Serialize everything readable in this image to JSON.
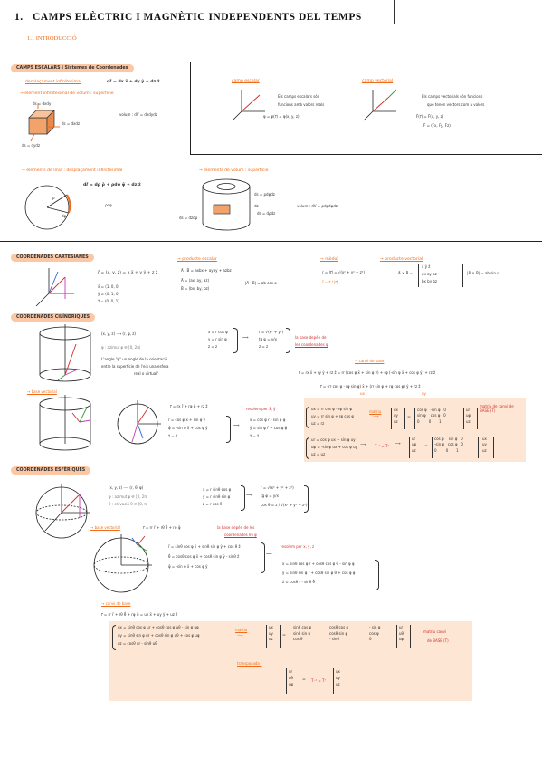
{
  "header": {
    "number": "1.",
    "title": "CAMPS ELÈCTRIC I MAGNÈTIC INDEPENDENTS DEL TEMPS",
    "section": "1.1 INTRODUCCIÓ"
  },
  "intro": {
    "heading": "CAMPS ESCALARS i Sistemes de Coordenades",
    "displacement_label": "desplaçament infinitesimal",
    "displacement_formula": "dℓ⃗ = dx x̂ + dy ŷ + dz ẑ",
    "surface_label": "→ element infinitesimal de volum : superfície",
    "dxdy": "ds = dxdy",
    "dxdz": "ds = dxdz",
    "dydz": "ds = dydz",
    "volume": "volum : dV = dxdydz",
    "scalar_title": "camp escalar",
    "scalar_desc_1": "Els camps escalars són",
    "scalar_desc_2": "funcions amb valors reals",
    "scalar_formula": "φ = φ(r⃗) = φ(x, y, z)",
    "vector_title": "camp vectorial",
    "vector_desc_1": "Els camps vectorials són funcions",
    "vector_desc_2": "que tenen vectors com a valors",
    "vector_formula_1": "F⃗(r⃗) = F⃗(x, y, z)",
    "vector_formula_2": "F⃗ = (Fx, Fy, Fz)",
    "line_label": "→ elements de línia : desplaçament infinitesimal",
    "line_formula": "dℓ⃗ = dρ ρ̂ + ρdφ φ̂ + dz ẑ",
    "rho_dphi": "ρdφ",
    "dphi": "dφ",
    "rho": "ρ",
    "volsurf_label": "→ elements de volum : superfície",
    "cyl_ds1": "ds = ρdφdz",
    "cyl_ds2": "ds = dρdz",
    "cyl_ds3": "ds = ρdρdφ",
    "cyl_dz": "dz",
    "cyl_vol": "volum : dV = ρdρdφdz",
    "cyl_ds4": "ds = dzdρ"
  },
  "cart": {
    "heading": "COORDENADES CARTESIANES",
    "pos": "r⃗ = (x, y, z) = x x̂ + y ŷ + z ẑ",
    "x_hat": "x̂ = (1, 0, 0)",
    "y_hat": "ŷ = (0, 1, 0)",
    "z_hat": "ẑ = (0, 0, 1)",
    "dot_title": "→ producte escalar",
    "dot_1": "A⃗ · B⃗ = axbx + ayby + azbz",
    "dot_2": "A⃗ = (ax, ay, az)",
    "dot_3": "B⃗ = (bx, by, bz)",
    "dot_4": "|A⃗ · B⃗| = ab cos α",
    "mod_title": "→ mòdul",
    "mod_1": "r = |r⃗| = √(x² + y² + z²)",
    "mod_2": "r̂ = r⃗ / |r⃗|",
    "cross_title": "→ producte vectorial",
    "cross_lhs": "A⃗ × B⃗ =",
    "cross_row1": "x̂   ŷ   ẑ",
    "cross_row2": "ax  ay  az",
    "cross_row3": "bx  by  bz",
    "cross_abs": "|A⃗ × B⃗| = ab sin α"
  },
  "cyl": {
    "heading": "COORDENADES CILÍNDRIQUES",
    "map": "(x, y, z) ⟶ (r, φ, z)",
    "phi_range": "φ : azimut   φ ∈ [0, 2π)",
    "note_1": "L'angle \"φ\" un angle de la orientació",
    "note_2": "entre la superfície de l'eix una esfera",
    "note_3": "real o virtual\"",
    "eq_1": "x = r cos φ",
    "eq_2": "y = r sin φ",
    "eq_3": "z = z",
    "inv_1": "r = √(x² + y²)",
    "inv_2": "tg φ = y/x",
    "inv_3": "z = z",
    "base_note_1": "la base depén de",
    "base_note_2": "les coordenades φ",
    "base_label": "→ base vectorial",
    "change_label": "→ canvi de base",
    "vec_1": "r⃗ = rx r̂ + rφ φ̂ + rz ẑ",
    "base_1": "r̂ = cos φ x̂ + sin φ ŷ",
    "base_2": "φ̂ = -sin φ x̂ + cos φ ŷ",
    "base_3": "ẑ = ẑ",
    "solve_label": "resolem per x̂, ŷ",
    "inv_b1": "x̂ = cos φ r̂ - sin φ φ̂",
    "inv_b2": "ŷ = sin φ r̂ + cos φ φ̂",
    "inv_b3": "ẑ = ẑ",
    "cb_1": "r⃗ = rx x̂ + ry ŷ + rz ẑ = rr (cos φ x̂ + sin φ ŷ) + rφ (-sin φ x̂ + cos φ ŷ) + rz ẑ",
    "cb_2": "r⃗ = (rr cos φ - rφ sin φ) x̂ + (rr sin φ + rφ cos φ) ŷ + rz ẑ",
    "cb_ux": "ux",
    "cb_uy": "uy",
    "sys_1": "ux = rr cos φ - rφ sin φ",
    "sys_2": "uy = rr sin φ + rφ cos φ",
    "sys_3": "uz = rz",
    "matrix_label": "matriu",
    "mat_l": "ux\nuy\nuz",
    "mat_m": "cos φ   -sin φ   0\nsin φ    cos φ   0\n0        0       1",
    "mat_r": "ur\nuφ\nuz",
    "base_matrix": "matriu de canvi de BASE (T)",
    "sys2_1": "ur = cos φ ux + sin φ uy",
    "sys2_2": "uφ = -sin φ ux + cos φ uy",
    "sys2_3": "uz = uz",
    "inverse": "T⁻¹ = Tᵀ",
    "mat2_l": "ur\nuφ\nuz",
    "mat2_m": "cos φ    sin φ   0\n-sin φ   cos φ   0\n0        0       1",
    "mat2_r": "ux\nuy\nuz"
  },
  "sph": {
    "heading": "COORDENADES ESFÈRIQUES",
    "map": "(x, y, z) ⟶ (r, θ, φ)",
    "phi_range": "φ : azimut   φ ∈ [0, 2π)",
    "theta_range": "θ : elevació   θ ∈ [0, π]",
    "eq_1": "x = r sinθ cos φ",
    "eq_2": "y = r sinθ sin φ",
    "eq_3": "z = r cos θ",
    "inv_1": "r = √(x² + y² + z²)",
    "inv_2": "tg φ = y/x",
    "inv_3": "cos θ = z / √(x² + y² + z²)",
    "base_label": "→ base vectorial",
    "vec": "r⃗ = rr r̂ + rθ θ̂ + rφ φ̂",
    "base_note_1": "la base depén de les",
    "base_note_2": "coordenades θ i φ",
    "b_1": "r̂ = sinθ cos φ x̂ + sinθ sin φ ŷ + cos θ ẑ",
    "b_2": "θ̂ = cosθ cos φ x̂ + cosθ sin φ ŷ - sinθ ẑ",
    "b_3": "φ̂ = -sin φ x̂ + cos φ ŷ",
    "solve_label": "resolem per x, y, z",
    "ib_1": "x̂ = sinθ cos φ r̂ + cosθ cos φ θ̂ - sin φ φ̂",
    "ib_2": "ŷ = sinθ sin φ r̂ + cosθ sin φ θ̂ + cos φ φ̂",
    "ib_3": "ẑ = cosθ r̂ - sinθ θ̂",
    "change_label": "→ canvi de base",
    "cb": "r⃗ = rr r̂ + rθ θ̂ + rφ φ̂ = ux x̂ + uy ŷ + uz ẑ",
    "sys_1": "ux = sinθ cos φ ur + cosθ cos φ uθ - sin φ uφ",
    "sys_2": "uy = sinθ sin φ ur + cosθ sin φ uθ + cos φ uφ",
    "sys_3": "uz = cosθ ur - sinθ uθ",
    "matrix_label": "matriu",
    "mat_l": "ux\nuy\nuz",
    "mat_c1": "sinθ cos φ\nsinθ sin φ\ncos θ",
    "mat_c2": "cosθ cos φ\ncosθ sin φ\n- sinθ",
    "mat_c3": "- sin φ\ncos φ\n0",
    "mat_r": "ur\nuθ\nuφ",
    "base_matrix_1": "matriu canvi",
    "base_matrix_2": "de BASE (T)",
    "transpose_label": "transposada :",
    "tr_l": "ur\nuθ\nuφ",
    "tr_m": "T⁻¹ = Tᵀ",
    "tr_r": "ux\nuy\nuz"
  }
}
